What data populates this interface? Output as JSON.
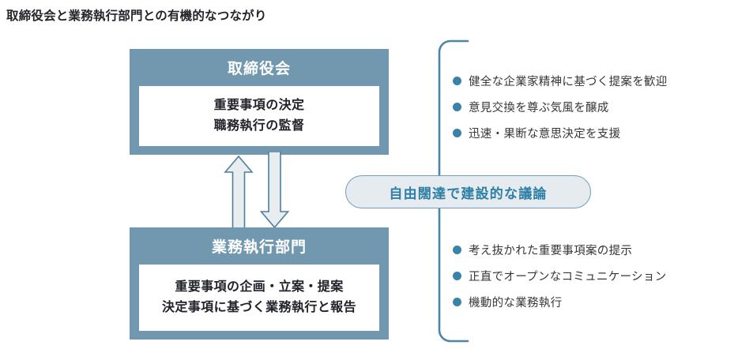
{
  "page": {
    "title": "取締役会と業務執行部門との有機的なつながり"
  },
  "colors": {
    "box_fill": "#7198af",
    "box_inner_fill": "#ffffff",
    "arrow_fill": "#e8edf0",
    "arrow_stroke": "#4e7f9c",
    "bracket_stroke": "#4e87a6",
    "bullet_dot": "#3a83a8",
    "pill_fill": "#e6ebef",
    "pill_border": "#6fa0bb",
    "pill_text": "#2d7fa5",
    "title_text": "#23232a",
    "body_text": "#363639"
  },
  "boxes": {
    "top": {
      "title": "取締役会",
      "lines": [
        "重要事項の決定",
        "職務執行の監督"
      ]
    },
    "bottom": {
      "title": "業務執行部門",
      "lines": [
        "重要事項の企画・立案・提案",
        "決定事項に基づく業務執行と報告"
      ]
    }
  },
  "arrows": [
    {
      "name": "arrow-up",
      "direction": "up",
      "meaning": "業務執行部門から取締役会へ"
    },
    {
      "name": "arrow-down",
      "direction": "down",
      "meaning": "取締役会から業務執行部門へ"
    }
  ],
  "pill": {
    "label": "自由闊達で建設的な議論"
  },
  "bullets": {
    "top": [
      "健全な企業家精神に基づく提案を歓迎",
      "意見交換を尊ぶ気風を醸成",
      "迅速・果断な意思決定を支援"
    ],
    "bottom": [
      "考え抜かれた重要事項案の提示",
      "正直でオープンなコミュニケーション",
      "機動的な業務執行"
    ]
  },
  "icons": {
    "bullet": "filled-circle-bullet-icon",
    "bracket": "left-bracket-icon"
  }
}
